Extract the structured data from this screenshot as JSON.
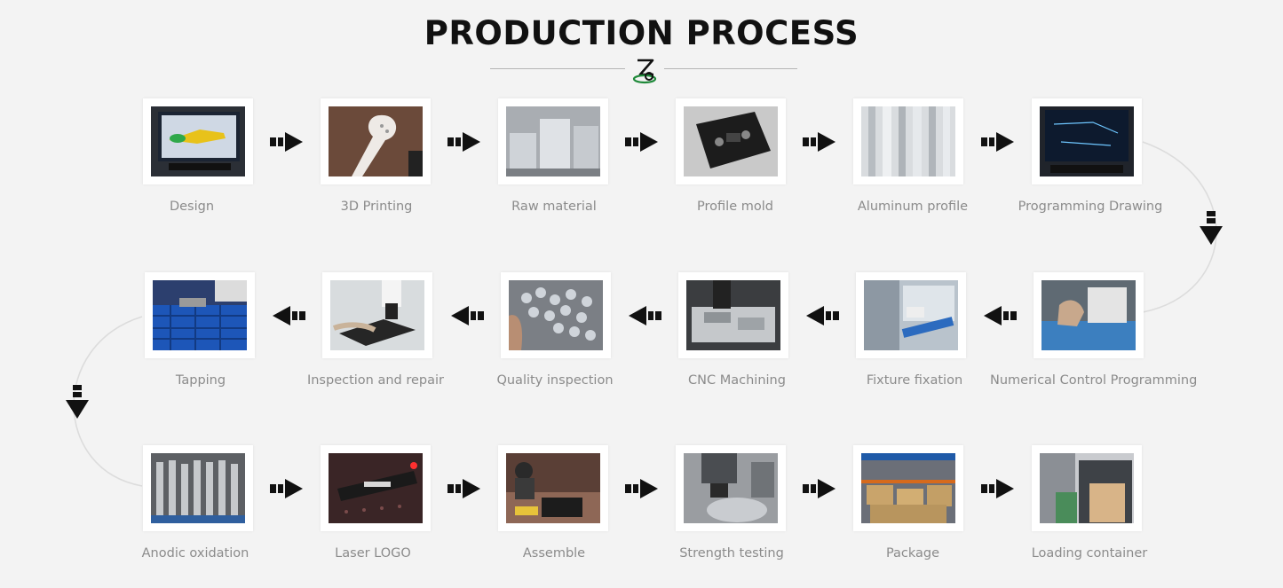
{
  "title": "PRODUCTION PROCESS",
  "logo": {
    "icon": "zo-logo-icon",
    "letter": "Z",
    "colors": [
      "#1f8a3a",
      "#111111"
    ]
  },
  "colors": {
    "background": "#f3f3f3",
    "arrow": "#111111",
    "label": "#8b8b8b",
    "connector": "#dcdcdc"
  },
  "rows": [
    {
      "direction": "right",
      "steps": [
        {
          "label": "Design",
          "photo": "design"
        },
        {
          "label": "3D Printing",
          "photo": "printing3d"
        },
        {
          "label": "Raw material",
          "photo": "raw"
        },
        {
          "label": "Profile mold",
          "photo": "mold"
        },
        {
          "label": "Aluminum profile",
          "photo": "profile"
        },
        {
          "label": "Programming Drawing",
          "photo": "drawing"
        }
      ]
    },
    {
      "direction": "left",
      "steps": [
        {
          "label": "Tapping",
          "photo": "tapping"
        },
        {
          "label": "Inspection and repair",
          "photo": "microscope"
        },
        {
          "label": "Quality inspection",
          "photo": "parts"
        },
        {
          "label": "CNC Machining",
          "photo": "cnc"
        },
        {
          "label": "Fixture fixation",
          "photo": "fixture"
        },
        {
          "label": "Numerical Control Programming",
          "photo": "ncprog"
        }
      ]
    },
    {
      "direction": "right",
      "steps": [
        {
          "label": "Anodic oxidation",
          "photo": "anodic"
        },
        {
          "label": "Laser LOGO",
          "photo": "laser"
        },
        {
          "label": "Assemble",
          "photo": "assemble"
        },
        {
          "label": "Strength testing",
          "photo": "strength"
        },
        {
          "label": "Package",
          "photo": "package"
        },
        {
          "label": "Loading container",
          "photo": "container"
        }
      ]
    }
  ]
}
